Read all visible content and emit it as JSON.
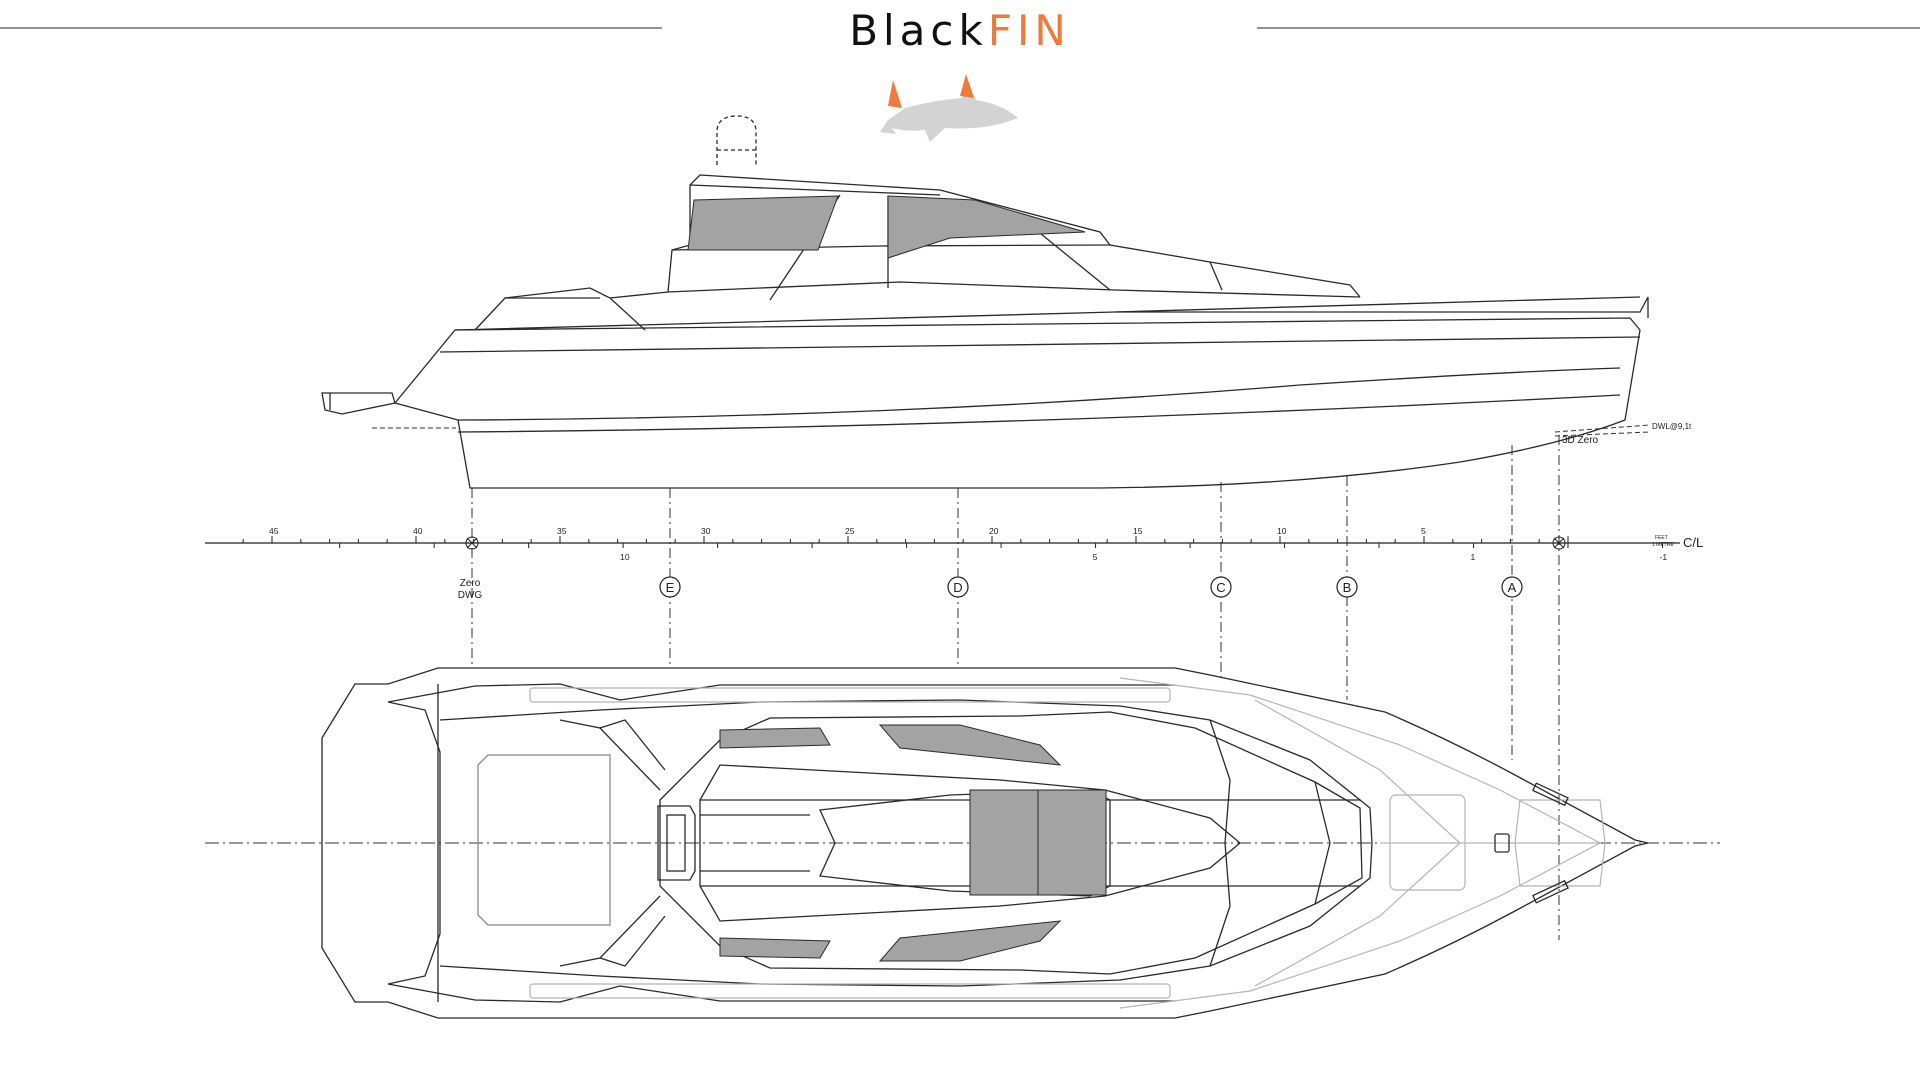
{
  "brand": {
    "part1": "Black",
    "part2": "FIN",
    "accent_color": "#f07a3a",
    "dark_color": "#111111"
  },
  "logo": {
    "icon": "shark-icon",
    "fin_color": "#f07a3a",
    "body_color": "#d3d3d3"
  },
  "scale": {
    "feet_labels": [
      "45",
      "40",
      "35",
      "30",
      "25",
      "20",
      "15",
      "10",
      "5"
    ],
    "metre_labels": [
      "10",
      "5",
      "1",
      "-1"
    ],
    "units_feet": "FEET",
    "units_metre": "1 METRE",
    "centerline": "C/L"
  },
  "stations": [
    "E",
    "D",
    "C",
    "B",
    "A"
  ],
  "zero_label": {
    "line1": "Zero",
    "line2": "DWG"
  },
  "zero3d": "3D Zero",
  "dwl": "DWL@9,1t",
  "colors": {
    "line": "#2a2a2a",
    "glass": "#a3a3a3",
    "light_line": "#b5b5b5"
  }
}
